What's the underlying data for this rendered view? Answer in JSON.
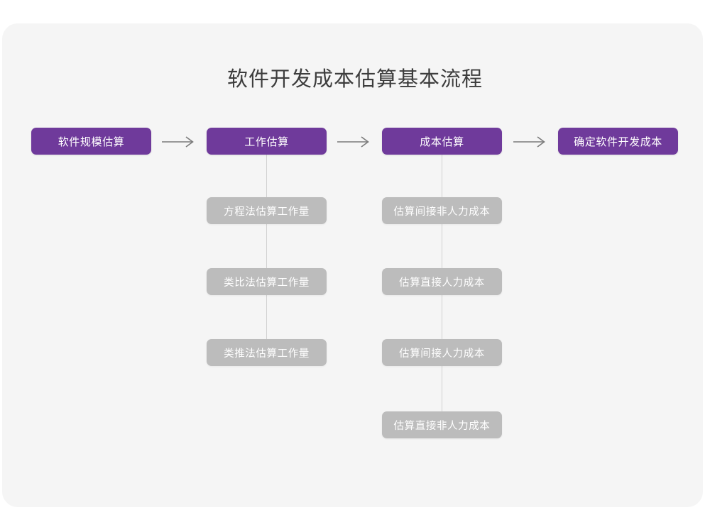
{
  "page": {
    "title": "软件开发成本估算基本流程",
    "background_color": "#ffffff",
    "card_color": "#f5f5f5",
    "accent_color": "#6f3a9b",
    "secondary_color": "#bcbcbc",
    "connector_color": "#d2d2d2",
    "arrow_color": "#7a7a7a"
  },
  "chart_data": {
    "type": "diagram",
    "title": "软件开发成本估算基本流程",
    "main_flow": [
      {
        "id": "step-1",
        "label": "软件规模估算"
      },
      {
        "id": "step-2",
        "label": "工作估算"
      },
      {
        "id": "step-3",
        "label": "成本估算"
      },
      {
        "id": "step-4",
        "label": "确定软件开发成本"
      }
    ],
    "arrows": [
      {
        "from": "step-1",
        "to": "step-2",
        "glyph": "→"
      },
      {
        "from": "step-2",
        "to": "step-3",
        "glyph": "→"
      },
      {
        "from": "step-3",
        "to": "step-4",
        "glyph": "→"
      }
    ],
    "branches": [
      {
        "parent": "step-2",
        "items": [
          {
            "label": "方程法估算工作量"
          },
          {
            "label": "类比法估算工作量"
          },
          {
            "label": "类推法估算工作量"
          }
        ]
      },
      {
        "parent": "step-3",
        "items": [
          {
            "label": "估算间接非人力成本"
          },
          {
            "label": "估算直接人力成本"
          },
          {
            "label": "估算间接人力成本"
          },
          {
            "label": "估算直接非人力成本"
          }
        ]
      }
    ]
  }
}
